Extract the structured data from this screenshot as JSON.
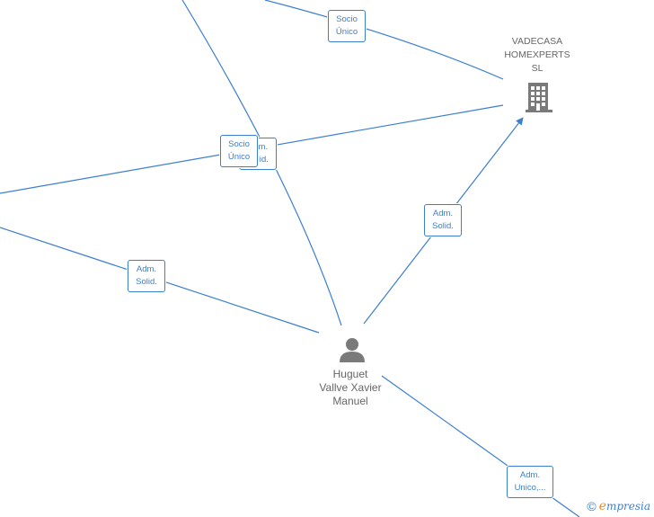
{
  "nodes": {
    "company": {
      "name_lines": [
        "VADECASA",
        "HOMEXPERTS",
        "SL"
      ],
      "icon": "building-icon"
    },
    "person": {
      "name_lines": [
        "Huguet",
        "Vallve Xavier",
        "Manuel"
      ],
      "icon": "person-icon"
    }
  },
  "edge_labels": {
    "socio_unico_top": [
      "Socio",
      "Único"
    ],
    "adm_solid_behind": [
      "Adm.",
      "Solid."
    ],
    "socio_unico_mid": [
      "Socio",
      "Único"
    ],
    "adm_solid_right": [
      "Adm.",
      "Solid."
    ],
    "adm_solid_left": [
      "Adm.",
      "Solid."
    ],
    "adm_unico_bottom": [
      "Adm.",
      "Unico,..."
    ]
  },
  "footer": {
    "copyright_symbol": "©",
    "brand_first": "e",
    "brand_rest": "mpresia"
  },
  "colors": {
    "edge": "#3b7fd1",
    "node_text": "#666666",
    "icon": "#7a7a7a",
    "brand_accent": "#f28b20"
  }
}
